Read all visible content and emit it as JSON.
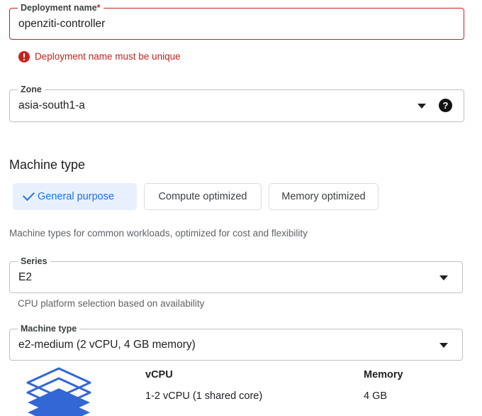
{
  "deployment_name_field": {
    "label": "Deployment name",
    "required_marker": "*",
    "value": "openziti-controller",
    "error_message": "Deployment name must be unique"
  },
  "zone_field": {
    "label": "Zone",
    "value": "asia-south1-a",
    "help_glyph": "?"
  },
  "machine_type_section": {
    "title": "Machine type",
    "chips": [
      {
        "label": "General purpose",
        "selected": true
      },
      {
        "label": "Compute optimized",
        "selected": false
      },
      {
        "label": "Memory optimized",
        "selected": false
      }
    ],
    "description": "Machine types for common workloads, optimized for cost and flexibility"
  },
  "series_field": {
    "label": "Series",
    "value": "E2",
    "helper": "CPU platform selection based on availability"
  },
  "machine_type_field": {
    "label": "Machine type",
    "value": "e2-medium (2 vCPU, 4 GB memory)"
  },
  "specs": {
    "vcpu_header": "vCPU",
    "vcpu_value": "1-2 vCPU (1 shared core)",
    "memory_header": "Memory",
    "memory_value": "4 GB"
  },
  "colors": {
    "accent_blue": "#1a73e8",
    "accent_blue_bg": "#e8f0fe",
    "error_red": "#c5221f",
    "text_primary": "#202124",
    "text_secondary": "#5f6368",
    "border_gray": "#bdc1c6"
  }
}
